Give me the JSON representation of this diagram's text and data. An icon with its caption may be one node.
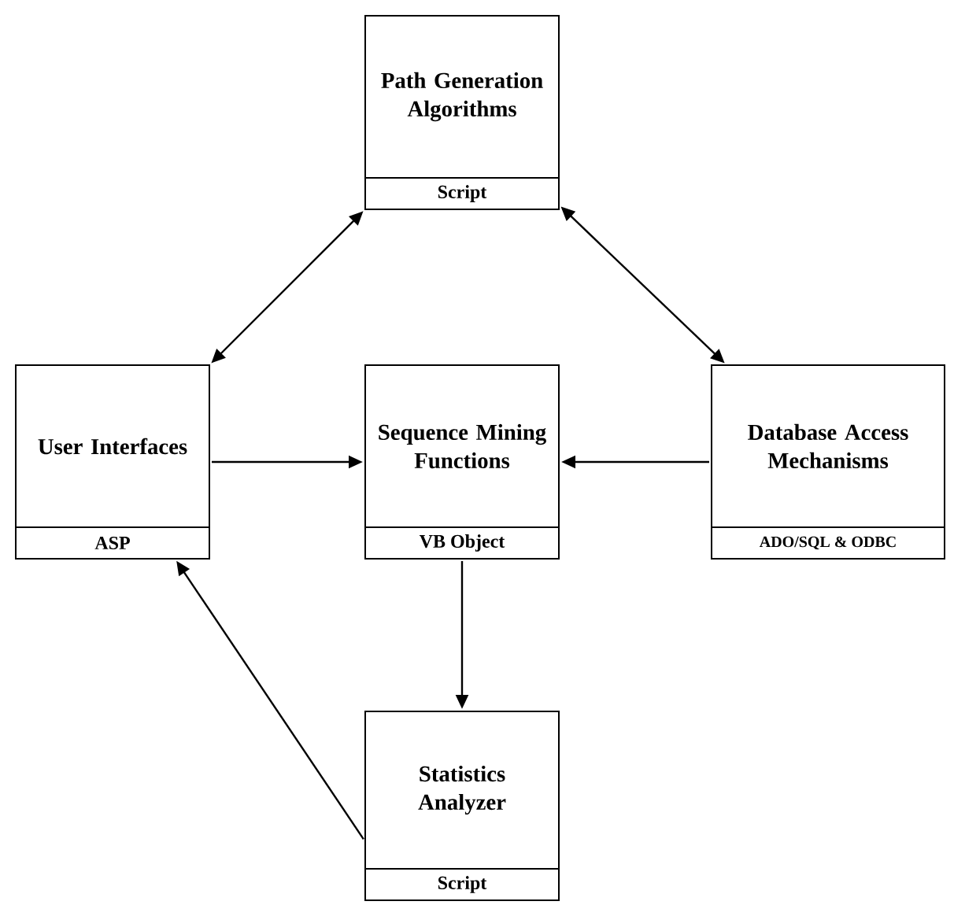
{
  "diagram": {
    "nodes": [
      {
        "text": [
          "Path Generation Algorithms",
          "Script"
        ]
      },
      {
        "text": [
          "User Interfaces",
          "ASP"
        ]
      },
      {
        "text": [
          "Sequence Mining Functions",
          "VB Object"
        ]
      },
      {
        "text": [
          "Database Access Mechanisms",
          "ADO/SQL & ODBC"
        ]
      },
      {
        "text": [
          "Statistics Analyzer",
          "Script"
        ]
      }
    ],
    "edges": [
      {
        "from": 0,
        "to": 1,
        "arrow": "both"
      },
      {
        "from": 0,
        "to": 3,
        "arrow": "both"
      },
      {
        "from": 1,
        "to": 2,
        "arrow": "to"
      },
      {
        "from": 3,
        "to": 2,
        "arrow": "to"
      },
      {
        "from": 2,
        "to": 4,
        "arrow": "to"
      },
      {
        "from": 4,
        "to": 1,
        "arrow": "to"
      }
    ]
  }
}
